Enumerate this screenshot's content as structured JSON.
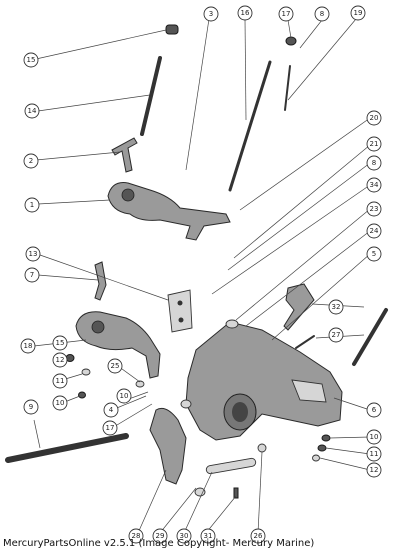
{
  "diagram": {
    "callouts": {
      "c15a": "15",
      "c14": "14",
      "c3": "3",
      "c16": "16",
      "c17": "17",
      "c8a": "8",
      "c19": "19",
      "c2": "2",
      "c1": "1",
      "c20": "20",
      "c21": "21",
      "c8b": "8",
      "c34": "34",
      "c23": "23",
      "c24": "24",
      "c13": "13",
      "c7": "7",
      "c5": "5",
      "c32": "32",
      "c27": "27",
      "c18": "18",
      "c15b": "15",
      "c12a": "12",
      "c11a": "11",
      "c25": "25",
      "c9": "9",
      "c10a": "10",
      "c4": "4",
      "c10b": "10",
      "c17b": "17",
      "c6": "6",
      "c10c": "10",
      "c11b": "11",
      "c12b": "12",
      "c28": "28",
      "c29": "29",
      "c30": "30",
      "c31": "31",
      "c26": "26"
    }
  },
  "caption": "MercuryPartsOnline v2.5.1 (Image Copyright- Mercury Marine)"
}
